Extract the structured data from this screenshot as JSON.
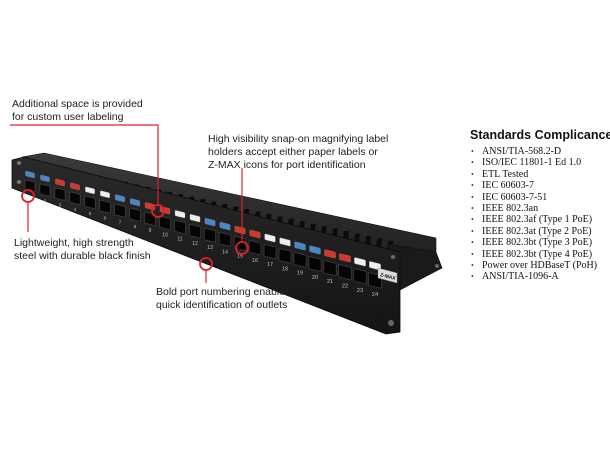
{
  "product": {
    "brand_label": "Z-MAX",
    "port_count": 24,
    "port_numbers": [
      "1",
      "2",
      "3",
      "4",
      "5",
      "6",
      "7",
      "8",
      "9",
      "10",
      "11",
      "12",
      "13",
      "14",
      "15",
      "16",
      "17",
      "18",
      "19",
      "20",
      "21",
      "22",
      "23",
      "24"
    ]
  },
  "callouts": [
    {
      "id": "labeling",
      "text": "Additional space is provided\nfor custom user labeling"
    },
    {
      "id": "holders",
      "text": "High visibility snap-on magnifying label\nholders accept either paper labels or\nZ-MAX icons for port identification"
    },
    {
      "id": "steel",
      "text": "Lightweight, high strength\nsteel with durable black finish"
    },
    {
      "id": "numbering",
      "text": "Bold port numbering enables\nquick identification of outlets"
    }
  ],
  "standards": {
    "title": "Standards Complicance",
    "items": [
      "ANSI/TIA-568.2-D",
      "ISO/IEC 11801-1 Ed 1.0",
      "ETL Tested",
      "IEC 60603-7",
      "IEC 60603-7-51",
      "IEEE 802.3an",
      "IEEE 802.3af (Type 1 PoE)",
      "IEEE 802.3at (Type 2 PoE)",
      "IEEE 802.3bt (Type 3 PoE)",
      "IEEE 802.3bt (Type 4 PoE)",
      "Power over HDBaseT (PoH)",
      "ANSI/TIA-1096-A"
    ]
  },
  "colors": {
    "accent": "#e0202a",
    "panel": "#1c1c1c",
    "panel_edge": "#333333",
    "label_blue": "#4a86c8",
    "label_red": "#d9362b",
    "label_white": "#eeeeee",
    "text": "#222222"
  }
}
